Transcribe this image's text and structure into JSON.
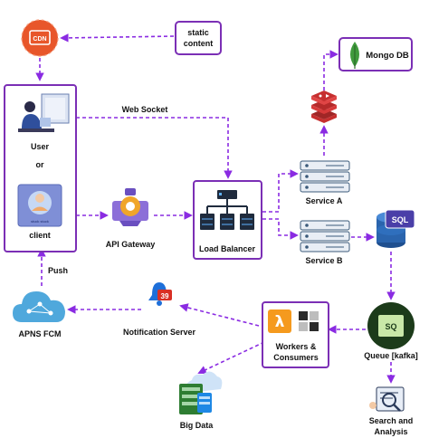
{
  "colors": {
    "accent": "#8a2be2",
    "box_border": "#7b2fb5",
    "cdn": "#e8562a",
    "cloud": "#4fa8dc",
    "mongo": "#3f9a3c",
    "redis": "#c62f2f",
    "notif_badge": "#d93025",
    "queue": "#1c3b1a",
    "server": "#3b5a7a"
  },
  "nodes": {
    "cdn": {
      "icon_text": "CDN",
      "icon": "cdn-globe-icon"
    },
    "static_content": {
      "label_line1": "static",
      "label_line2": "content"
    },
    "user_client": {
      "user_label": "User",
      "or_label": "or",
      "client_label": "client",
      "client_screen_text": "stuck stuck"
    },
    "mongo": {
      "label": "Mongo DB",
      "icon": "mongodb-leaf-icon"
    },
    "redis": {
      "icon": "redis-cache-icon"
    },
    "websocket": {
      "label": "Web Socket"
    },
    "api_gateway": {
      "label": "API Gateway",
      "icon": "api-gateway-gear-icon"
    },
    "load_balancer": {
      "label": "Load Balancer",
      "icon": "load-balancer-icon"
    },
    "service_a": {
      "label": "Service A",
      "icon": "server-rack-icon"
    },
    "service_b": {
      "label": "Service B",
      "icon": "server-rack-icon"
    },
    "sql": {
      "icon_text": "SQL",
      "icon": "sql-database-icon"
    },
    "queue": {
      "label": "Queue [kafka]",
      "icon_text": "SQ",
      "icon": "sqs-queue-icon"
    },
    "workers": {
      "label_line1": "Workers &",
      "label_line2": "Consumers",
      "icon_text": "λ",
      "icon": "lambda-icon"
    },
    "notification_server": {
      "label": "Notification Server",
      "badge": "39",
      "icon": "notification-bell-icon"
    },
    "apns": {
      "label": "APNS FCM",
      "icon": "cloud-network-icon"
    },
    "push": {
      "label": "Push"
    },
    "big_data": {
      "label": "Big Data",
      "icon": "big-data-cloud-icon"
    },
    "search": {
      "label_line1": "Search and",
      "label_line2": "Analysis",
      "icon": "search-analysis-icon"
    }
  }
}
